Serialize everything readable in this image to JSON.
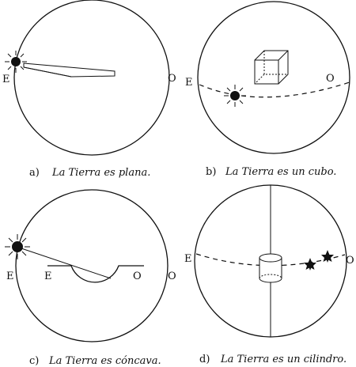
{
  "panels": [
    {
      "letter": "a)",
      "caption": "La Tierra es plana.",
      "marks": [
        "E",
        "O"
      ]
    },
    {
      "letter": "b)",
      "caption": "La Tierra es un cubo.",
      "marks": [
        "E",
        "O"
      ]
    },
    {
      "letter": "c)",
      "caption": "La Tierra es cóncava.",
      "marks": [
        "E",
        "E",
        "O",
        "O"
      ]
    },
    {
      "letter": "d)",
      "caption": "La Tierra es un cilindro.",
      "marks": [
        "E",
        "O"
      ]
    }
  ]
}
